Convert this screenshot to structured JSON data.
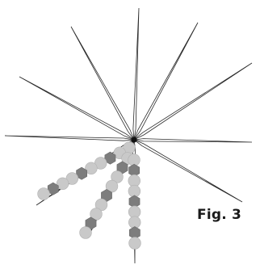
{
  "figure": {
    "label": "Fig. 3"
  },
  "colors": {
    "needle_stroke": "#2a2a2a",
    "needle_fill": "#ffffff",
    "hub": "#111111",
    "bead_round": "#c9c9c9",
    "bead_round_stroke": "#b2b2b2",
    "bead_hex": "#7d7d7d",
    "bead_hex_stroke": "#6a6a6a",
    "background": "#ffffff"
  },
  "beads_pattern": {
    "strand_1": [
      "round",
      "round",
      "hex",
      "round",
      "round",
      "hex",
      "round",
      "round",
      "hex",
      "round"
    ],
    "strand_2": [
      "round",
      "hex",
      "round",
      "round",
      "hex",
      "round",
      "round",
      "hex",
      "round"
    ],
    "strand_3": [
      "round",
      "hex",
      "round",
      "round",
      "hex",
      "round",
      "round",
      "hex",
      "round"
    ]
  }
}
